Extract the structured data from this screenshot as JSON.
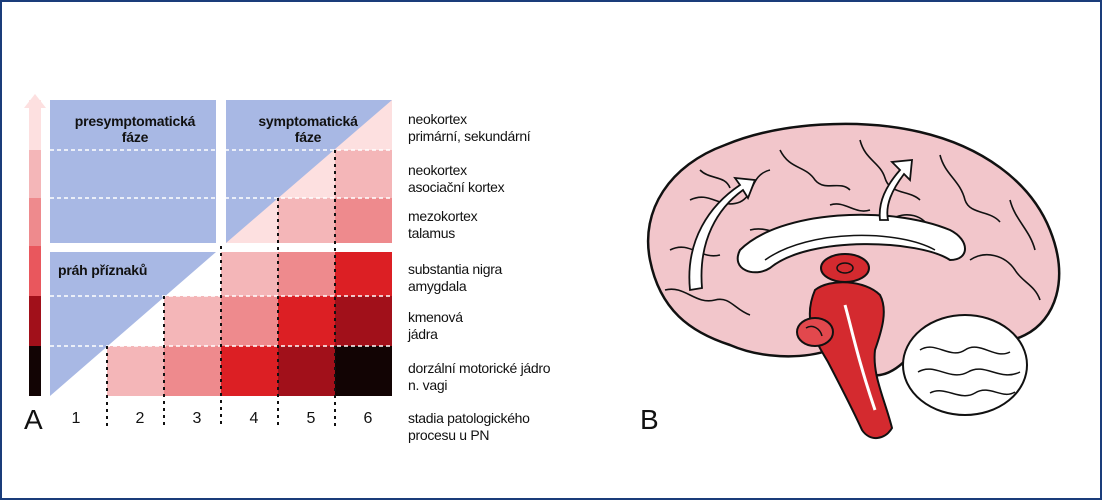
{
  "panel_a_letter": "A",
  "panel_b_letter": "B",
  "phases": {
    "presymptomatic_line1": "presymptomatická",
    "presymptomatic_line2": "fáze",
    "symptomatic_line1": "symptomatická",
    "symptomatic_line2": "fáze",
    "threshold": "práh příznaků"
  },
  "regions": [
    {
      "line1": "neokortex",
      "line2": "primární, sekundární"
    },
    {
      "line1": "neokortex",
      "line2": "asociační kortex"
    },
    {
      "line1": "mezokortex",
      "line2": "talamus"
    },
    {
      "line1": "substantia nigra",
      "line2": "amygdala"
    },
    {
      "line1": "kmenová",
      "line2": "jádra"
    },
    {
      "line1": "dorzální motorické jádro",
      "line2": "n. vagi"
    }
  ],
  "stages": [
    "1",
    "2",
    "3",
    "4",
    "5",
    "6"
  ],
  "stage_caption": {
    "line1": "stadia patologického",
    "line2": "procesu u PN"
  },
  "colors": {
    "frame": "#1a3c7a",
    "phase_blue": "#a8b8e4",
    "pale": "#fde0e0",
    "lightpink": "#f4b6b8",
    "pink": "#ee8a8d",
    "salmon": "#e9575d",
    "red": "#dc1f24",
    "darkred": "#a1101a",
    "black": "#120404",
    "brain_fill": "#f2c6cb",
    "brainstem": "#d42a2f"
  }
}
